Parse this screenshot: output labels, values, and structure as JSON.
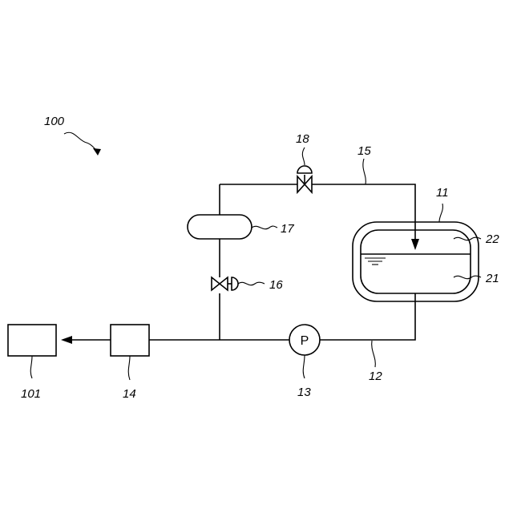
{
  "labels": {
    "system": "100",
    "tank": "11",
    "return_line": "12",
    "pump": "13",
    "component_14": "14",
    "bypass_line": "15",
    "valve_16": "16",
    "vessel_17": "17",
    "valve_18": "18",
    "liquid_region": "21",
    "gas_region": "22",
    "receiver": "101"
  },
  "pump_symbol": "P"
}
